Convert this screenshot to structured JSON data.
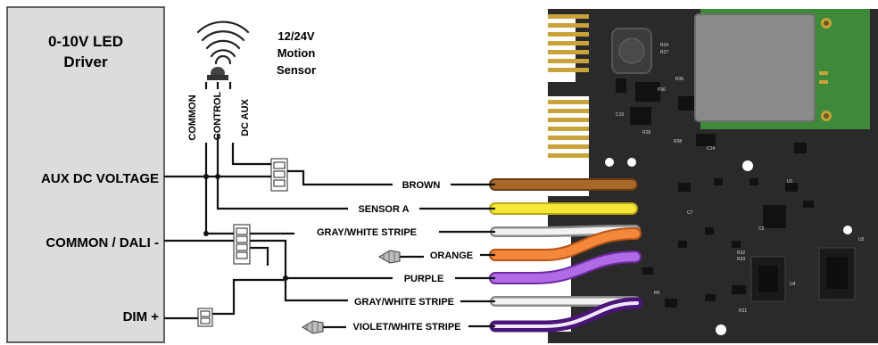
{
  "driver": {
    "title_line1": "0-10V LED",
    "title_line2": "Driver",
    "terminals": [
      "AUX DC VOLTAGE",
      "COMMON / DALI -",
      "DIM +"
    ]
  },
  "sensor": {
    "title_line1": "12/24V",
    "title_line2": "Motion",
    "title_line3": "Sensor",
    "leads": [
      "COMMON",
      "CONTROL",
      "DC AUX"
    ]
  },
  "wires": [
    {
      "label": "BROWN",
      "color": "#9a5a1e"
    },
    {
      "label": "SENSOR A",
      "color": "#f0e22a"
    },
    {
      "label": "GRAY/WHITE STRIPE",
      "color": "#d9d9d9"
    },
    {
      "label": "ORANGE",
      "color": "#f07a2a"
    },
    {
      "label": "PURPLE",
      "color": "#a24fd9"
    },
    {
      "label": "GRAY/WHITE STRIPE",
      "color": "#d9d9d9"
    },
    {
      "label": "VIOLET/WHITE STRIPE",
      "color": "#5a1a8a"
    }
  ],
  "pcb": {
    "board_color": "#2b2b2b",
    "module_color": "#8a8a8a",
    "antenna_color": "#3f8a3a",
    "component_labels": [
      "R24",
      "R27",
      "R35",
      "P30",
      "C19",
      "R28",
      "R38",
      "C14",
      "C6",
      "R32",
      "R33",
      "R21",
      "U1",
      "U4",
      "U5",
      "C7",
      "R6"
    ]
  }
}
